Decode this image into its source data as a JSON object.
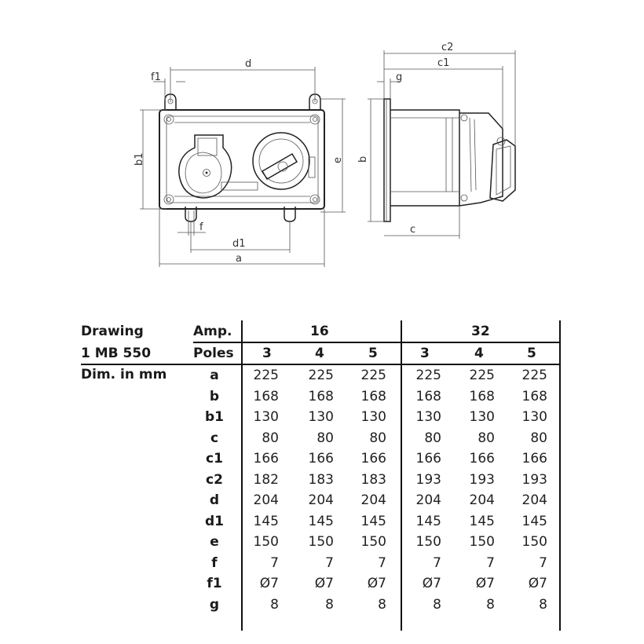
{
  "drawing": {
    "labels": {
      "d": "d",
      "f1": "f1",
      "b1": "b1",
      "e": "e",
      "f": "f",
      "d1": "d1",
      "a": "a",
      "c2": "c2",
      "c1": "c1",
      "g": "g",
      "b": "b",
      "c": "c"
    }
  },
  "table": {
    "title_line1": "Drawing",
    "title_line2": "1 MB 550",
    "dim_label": "Dim. in mm",
    "amp_label": "Amp.",
    "poles_label": "Poles",
    "amp_groups": [
      "16",
      "32"
    ],
    "poles": [
      "3",
      "4",
      "5",
      "3",
      "4",
      "5"
    ],
    "rows": [
      {
        "dim": "a",
        "values": [
          "225",
          "225",
          "225",
          "225",
          "225",
          "225"
        ]
      },
      {
        "dim": "b",
        "values": [
          "168",
          "168",
          "168",
          "168",
          "168",
          "168"
        ]
      },
      {
        "dim": "b1",
        "values": [
          "130",
          "130",
          "130",
          "130",
          "130",
          "130"
        ]
      },
      {
        "dim": "c",
        "values": [
          "80",
          "80",
          "80",
          "80",
          "80",
          "80"
        ]
      },
      {
        "dim": "c1",
        "values": [
          "166",
          "166",
          "166",
          "166",
          "166",
          "166"
        ]
      },
      {
        "dim": "c2",
        "values": [
          "182",
          "183",
          "183",
          "193",
          "193",
          "193"
        ]
      },
      {
        "dim": "d",
        "values": [
          "204",
          "204",
          "204",
          "204",
          "204",
          "204"
        ]
      },
      {
        "dim": "d1",
        "values": [
          "145",
          "145",
          "145",
          "145",
          "145",
          "145"
        ]
      },
      {
        "dim": "e",
        "values": [
          "150",
          "150",
          "150",
          "150",
          "150",
          "150"
        ]
      },
      {
        "dim": "f",
        "values": [
          "7",
          "7",
          "7",
          "7",
          "7",
          "7"
        ]
      },
      {
        "dim": "f1",
        "values": [
          "Ø7",
          "Ø7",
          "Ø7",
          "Ø7",
          "Ø7",
          "Ø7"
        ]
      },
      {
        "dim": "g",
        "values": [
          "8",
          "8",
          "8",
          "8",
          "8",
          "8"
        ]
      }
    ]
  }
}
